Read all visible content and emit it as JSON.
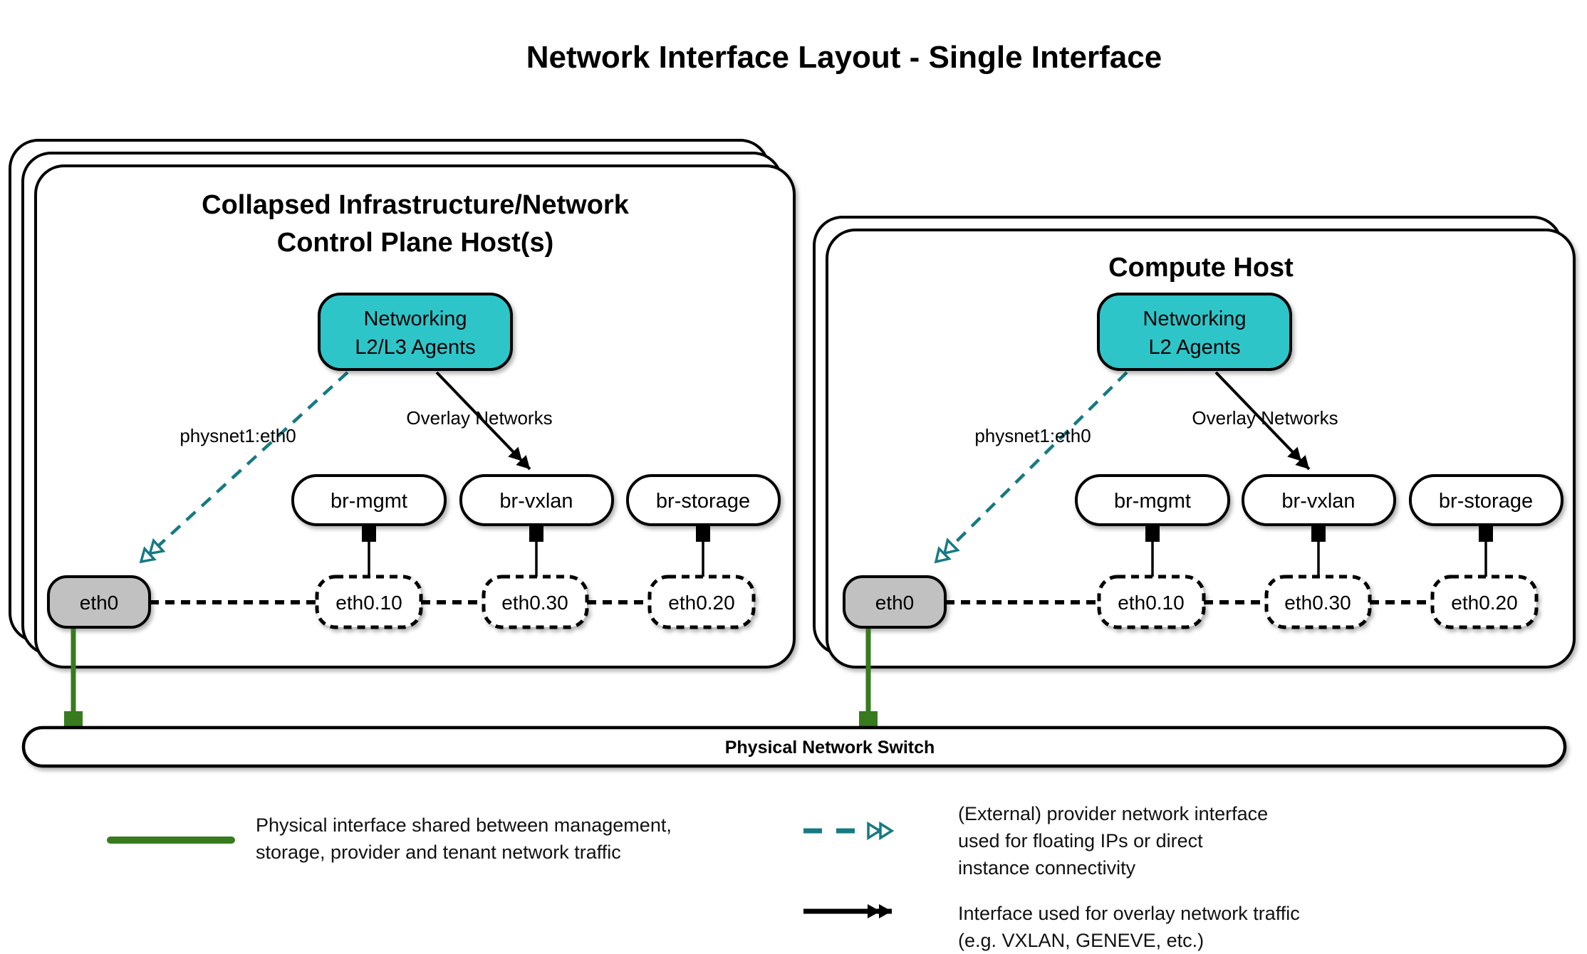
{
  "title": "Network Interface Layout - Single Interface",
  "colors": {
    "agent_fill": "#2DC5C9",
    "provider_arrow": "#167A84",
    "physical_link": "#377B1E",
    "physical_interface_fill": "#C1C1C1",
    "line": "#000000"
  },
  "hosts": {
    "left": {
      "title_line1": "Collapsed Infrastructure/Network",
      "title_line2": "Control Plane Host(s)",
      "agent_line1": "Networking",
      "agent_line2": "L2/L3 Agents",
      "provider_label": "physnet1:eth0",
      "overlay_label": "Overlay Networks",
      "bridges": [
        "br-mgmt",
        "br-vxlan",
        "br-storage"
      ],
      "physical_interface": "eth0",
      "vlan_interfaces": [
        "eth0.10",
        "eth0.30",
        "eth0.20"
      ]
    },
    "right": {
      "title_line1": "Compute Host",
      "agent_line1": "Networking",
      "agent_line2": "L2 Agents",
      "provider_label": "physnet1:eth0",
      "overlay_label": "Overlay Networks",
      "bridges": [
        "br-mgmt",
        "br-vxlan",
        "br-storage"
      ],
      "physical_interface": "eth0",
      "vlan_interfaces": [
        "eth0.10",
        "eth0.30",
        "eth0.20"
      ]
    }
  },
  "switch": {
    "label": "Physical Network Switch"
  },
  "legend": {
    "physical": {
      "line1": "Physical interface shared between management,",
      "line2": "storage, provider and tenant network traffic"
    },
    "provider": {
      "line1": "(External) provider network interface",
      "line2": "used for floating IPs or direct",
      "line3": "instance connectivity"
    },
    "overlay": {
      "line1": "Interface used for overlay network traffic",
      "line2": "(e.g. VXLAN, GENEVE, etc.)"
    }
  }
}
